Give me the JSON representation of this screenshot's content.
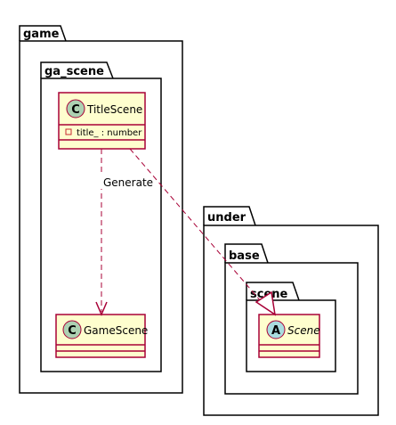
{
  "packages": {
    "game": "game",
    "ga_scene": "ga_scene",
    "under": "under",
    "base": "base",
    "scene": "scene"
  },
  "classes": {
    "title_scene": {
      "name": "TitleScene",
      "stereotype": "C",
      "attribute": "title_ : number"
    },
    "game_scene": {
      "name": "GameScene",
      "stereotype": "C"
    },
    "scene": {
      "name": "Scene",
      "stereotype": "A"
    }
  },
  "relations": {
    "generate_label": "Generate"
  },
  "colors": {
    "class_fill": "#FEFECE",
    "class_border": "#A80036",
    "class_circle": "#ADD1B2",
    "abstract_circle": "#A9DCDF",
    "attr_marker": "#C82930"
  }
}
